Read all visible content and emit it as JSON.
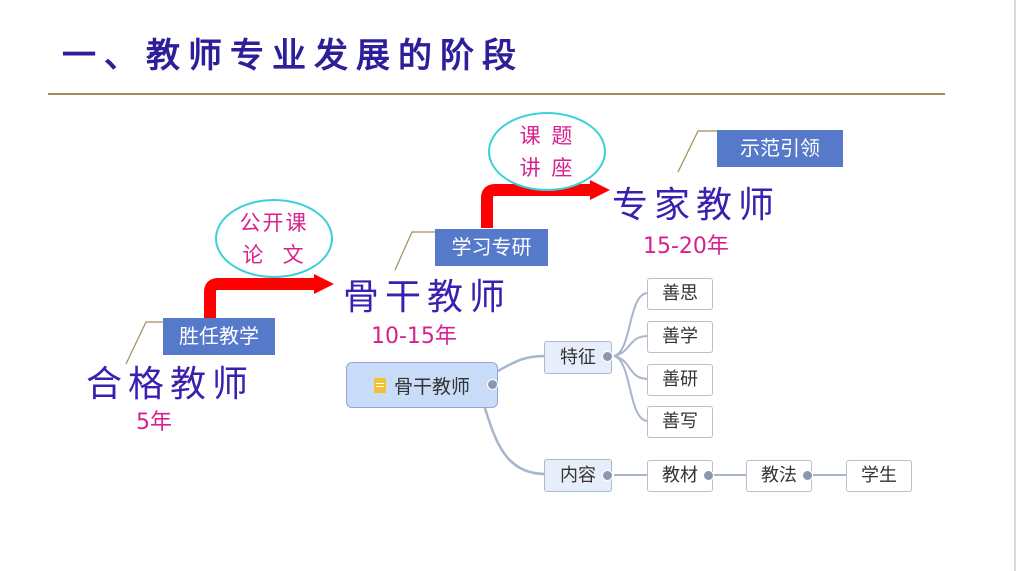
{
  "title": "一、教师专业发展的阶段",
  "stages": [
    {
      "name": "合格教师",
      "years": "5年"
    },
    {
      "name": "骨干教师",
      "years": "10-15年"
    },
    {
      "name": "专家教师",
      "years": "15-20年"
    }
  ],
  "tags": {
    "qualified": "胜任教学",
    "backbone": "学习专研",
    "expert": "示范引领"
  },
  "ovals": {
    "first": [
      "公开课",
      "论  文"
    ],
    "second": [
      "课 题",
      "讲 座"
    ]
  },
  "mindmap": {
    "root": "骨干教师",
    "features": {
      "label": "特征",
      "items": [
        "善思",
        "善学",
        "善研",
        "善写"
      ]
    },
    "content": {
      "label": "内容",
      "chain": [
        "教材",
        "教法",
        "学生"
      ]
    }
  },
  "colors": {
    "title": "#2d1f9a",
    "stage": "#3a1fb0",
    "years": "#d6228f",
    "tag_bg": "#5779c9",
    "arrow": "#ff0000",
    "oval_border": "#3ad0da",
    "rule": "#a08d5a"
  }
}
